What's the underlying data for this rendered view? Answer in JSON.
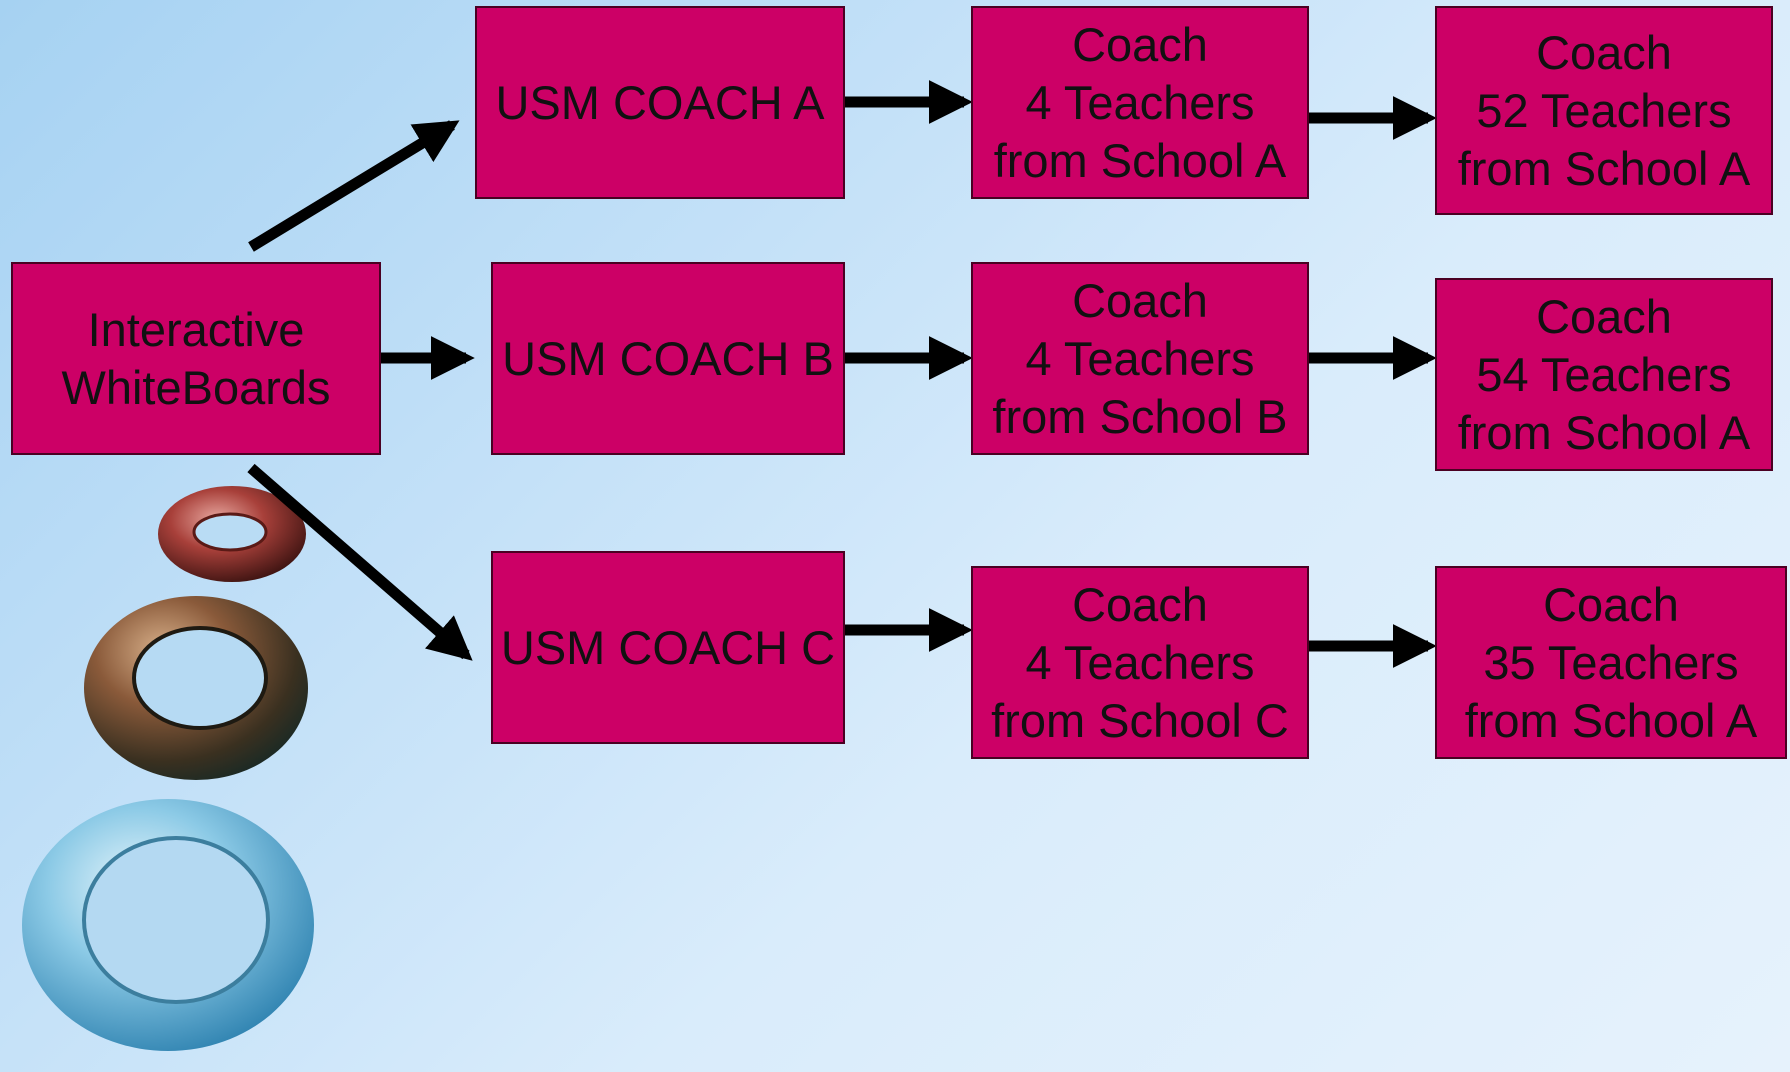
{
  "colors": {
    "box_fill": "#cc0066",
    "box_border": "#4a0022",
    "arrow": "#000000",
    "background": "#c4e1f8"
  },
  "source": {
    "line1": "Interactive",
    "line2": "WhiteBoards"
  },
  "coaches": [
    {
      "label": "USM COACH A"
    },
    {
      "label": "USM COACH B"
    },
    {
      "label": "USM COACH C"
    }
  ],
  "tier2": [
    {
      "line1": "Coach",
      "line2": "4 Teachers",
      "line3": "from School A"
    },
    {
      "line1": "Coach",
      "line2": "4 Teachers",
      "line3": "from School B"
    },
    {
      "line1": "Coach",
      "line2": "4 Teachers",
      "line3": "from School C"
    }
  ],
  "tier3": [
    {
      "line1": "Coach",
      "line2": "52 Teachers",
      "line3": "from School A"
    },
    {
      "line1": "Coach",
      "line2": "54 Teachers",
      "line3": "from School A"
    },
    {
      "line1": "Coach",
      "line2": "35 Teachers",
      "line3": "from School A"
    }
  ]
}
